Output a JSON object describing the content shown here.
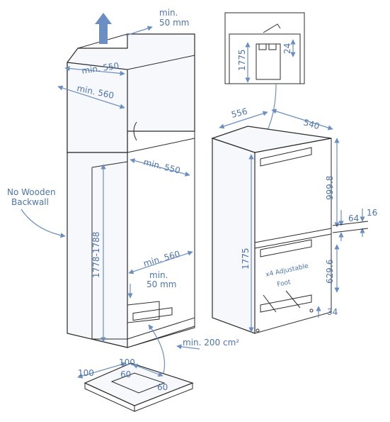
{
  "cabinet": {
    "min_50_top_a": "min.",
    "min_50_top_b": "50 mm",
    "min_550_top": "min. 550",
    "min_560_top": "min. 560",
    "min_550_mid": "min. 550",
    "min_560_low": "min. 560",
    "min_50_low_a": "min.",
    "min_50_low_b": "50 mm",
    "height_range": "1778-1788",
    "vent_area": "min. 200 cm²",
    "no_wooden_a": "No Wooden",
    "no_wooden_b": "Backwall"
  },
  "plinth": {
    "d100_left": "100",
    "d100_top": "100",
    "d60_inner": "60",
    "d60_right": "60"
  },
  "fridge": {
    "width": "556",
    "depth": "540",
    "height": "1775",
    "upper": "999.8",
    "d64": "64",
    "d16": "16",
    "lower": "629.6",
    "d34": "34",
    "feet_a": "x4 Adjustable",
    "feet_b": "Foot"
  },
  "inset": {
    "height": "1775",
    "d24": "24"
  },
  "colors": {
    "accent": "#4d74ad",
    "line": "#2b2b2b"
  }
}
